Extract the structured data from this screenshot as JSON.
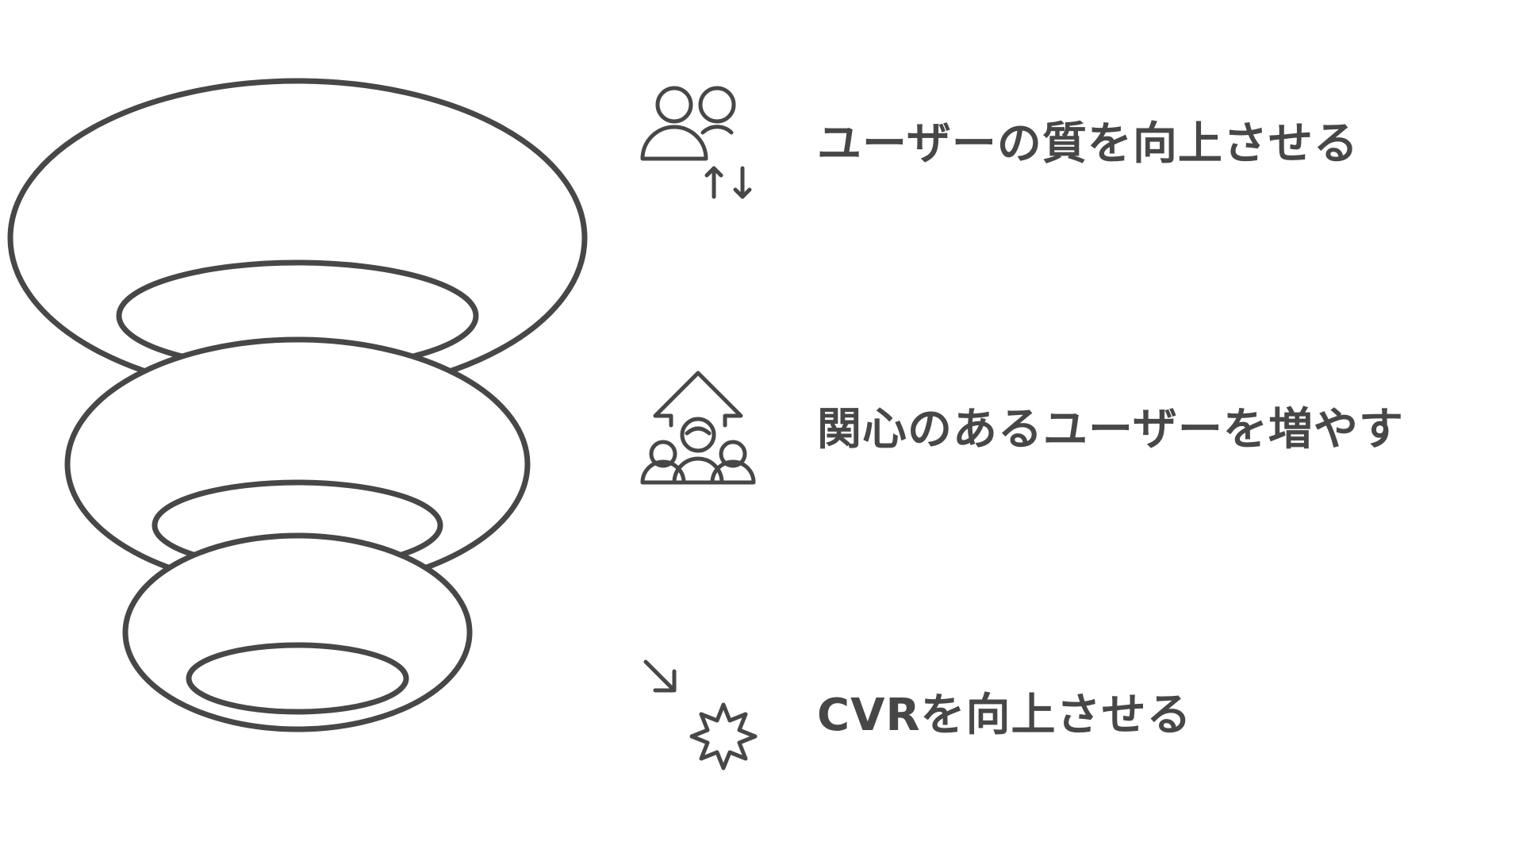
{
  "diagram": {
    "type": "funnel",
    "stroke_color": "#474747",
    "background": "#ffffff",
    "stages": [
      {
        "label": "ユーザーの質を向上させる",
        "icon": "users-up-down-icon"
      },
      {
        "label": "関心のあるユーザーを増やす",
        "icon": "group-arrow-up-icon"
      },
      {
        "label": "CVRを向上させる",
        "icon": "arrow-burst-icon"
      }
    ]
  }
}
